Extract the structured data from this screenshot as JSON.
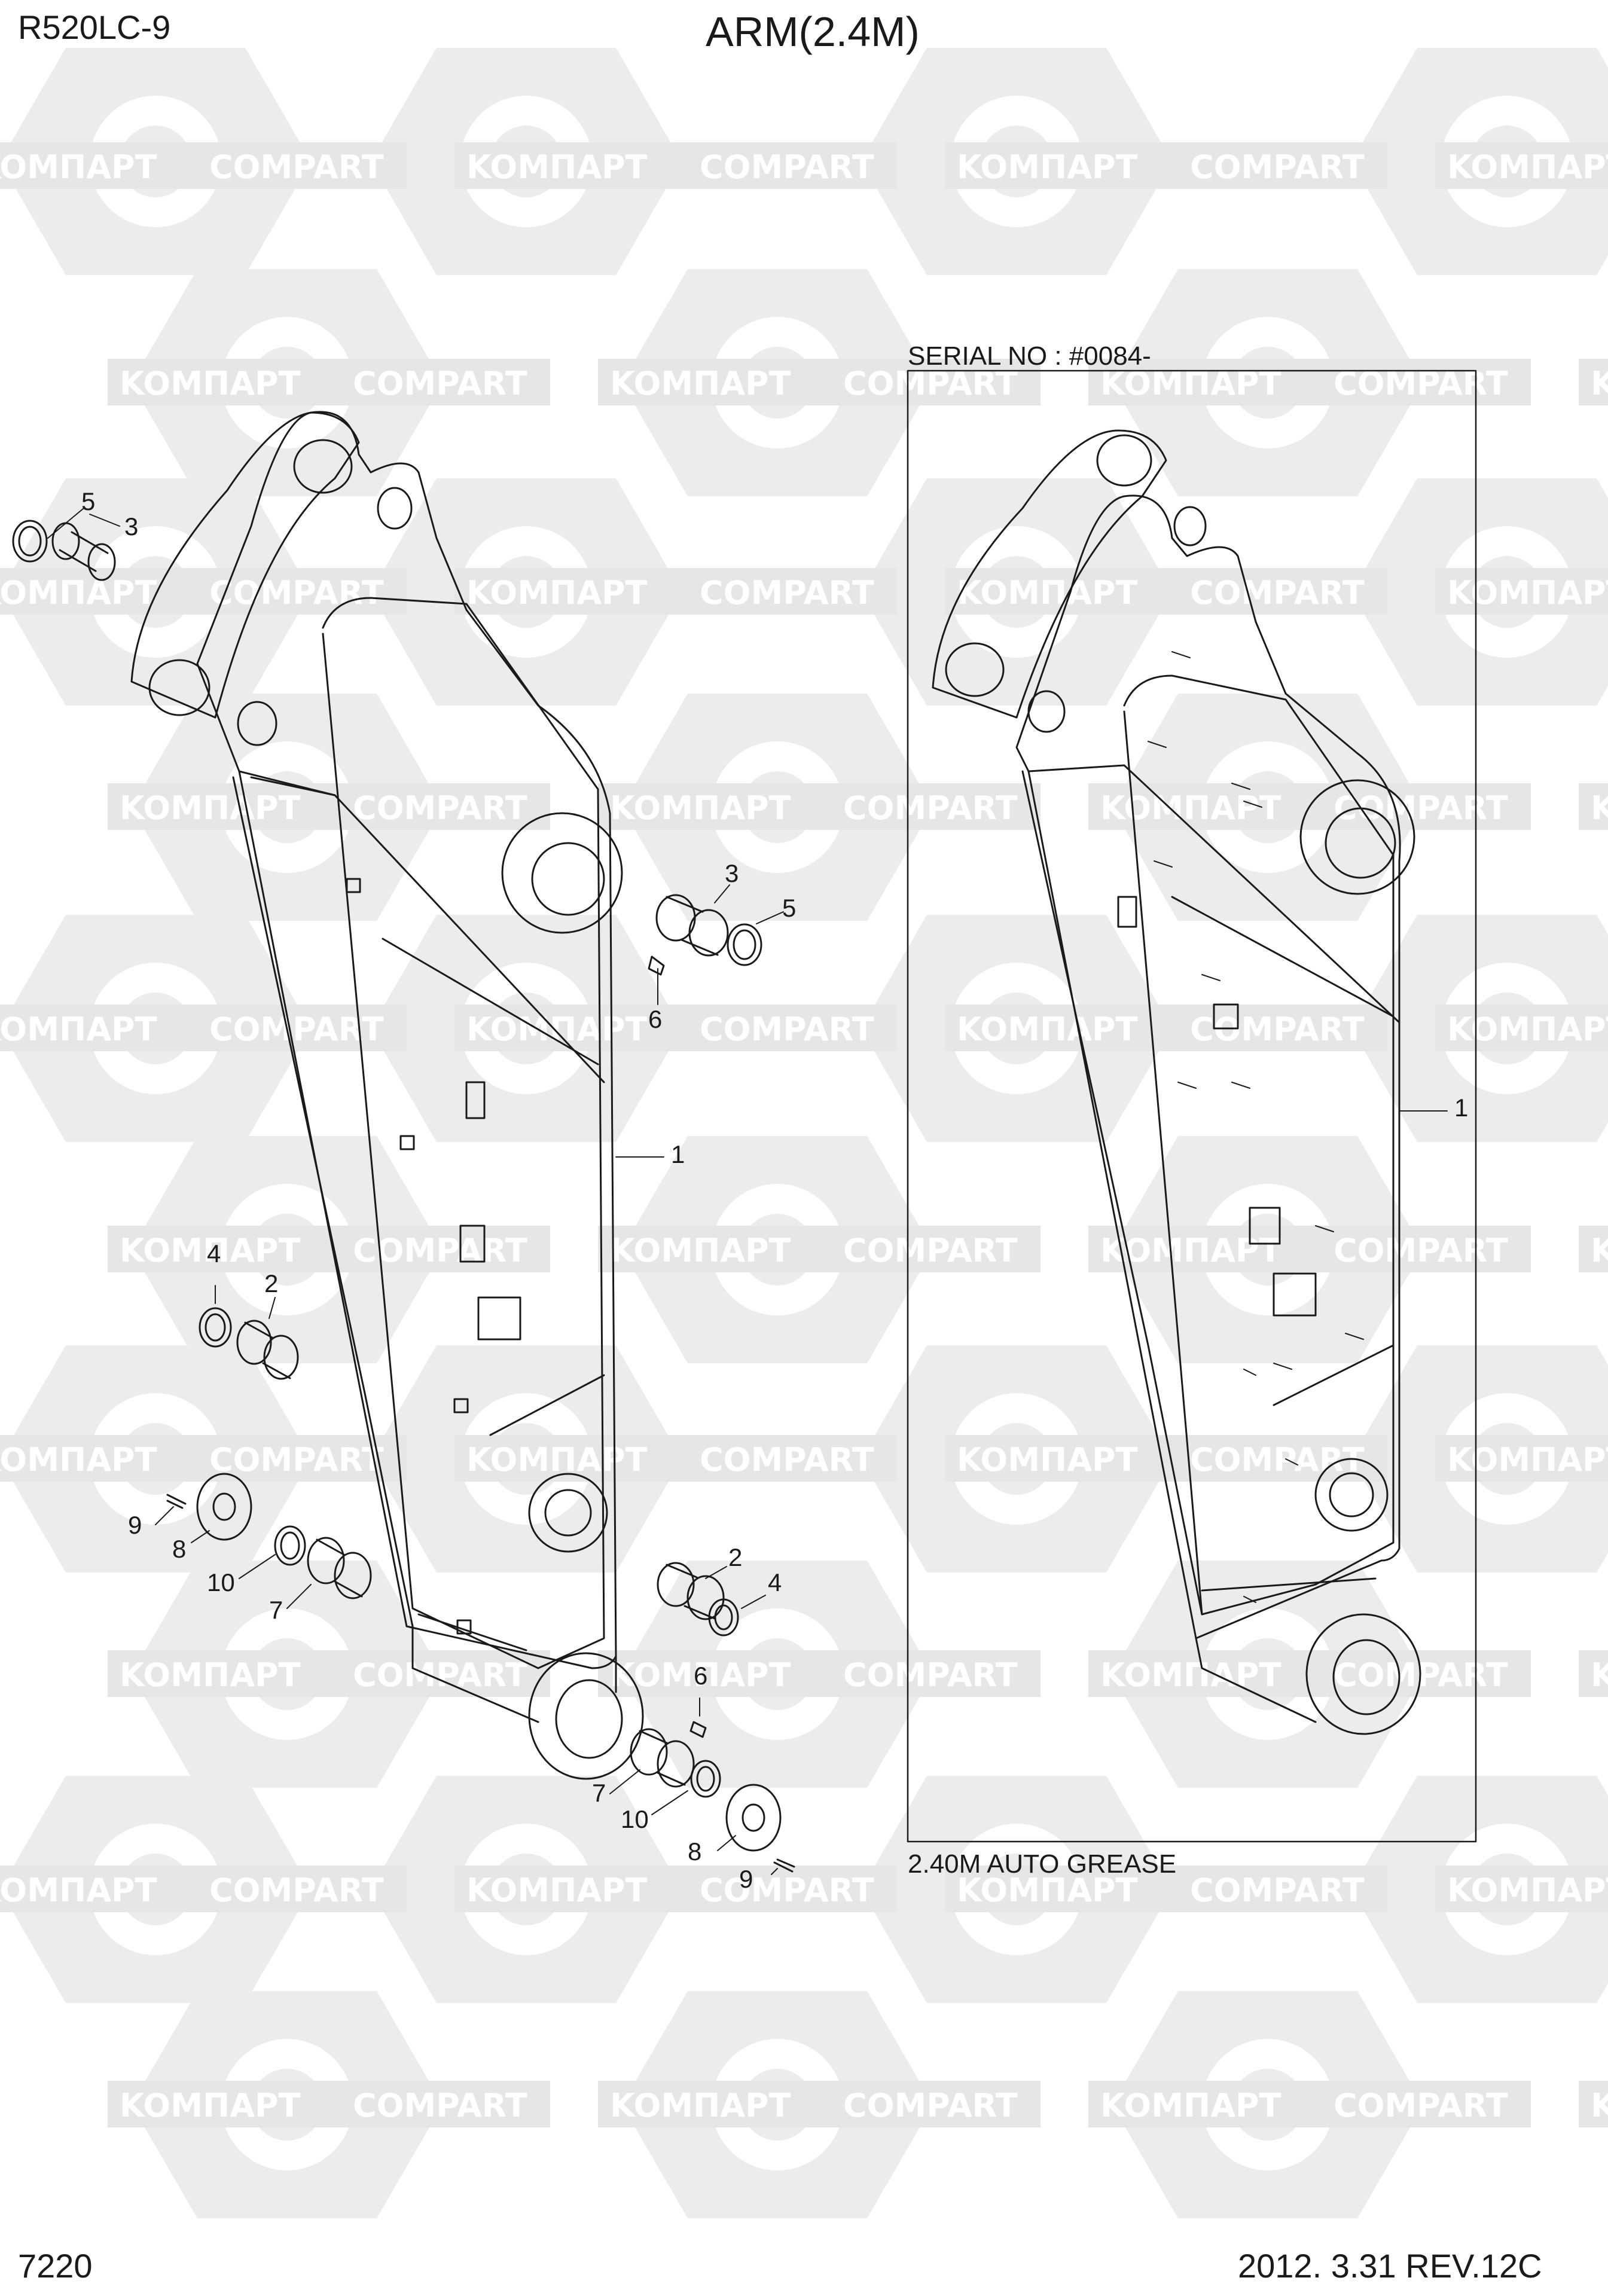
{
  "header": {
    "model": "R520LC-9",
    "title": "ARM(2.4M)"
  },
  "footer": {
    "page_number": "7220",
    "date_revision": "2012. 3.31  REV.12C"
  },
  "variant_box": {
    "serial": "SERIAL NO : #0084-",
    "caption": "2.40M AUTO GREASE"
  },
  "watermark": {
    "text_a": "KOMПАРТ",
    "text_b": "COMPART",
    "color": "#e6e6e6"
  },
  "colors": {
    "line": "#1a1a1a",
    "background": "#ffffff"
  },
  "callouts_left": {
    "c5a": "5",
    "c3a": "3",
    "c3b": "3",
    "c5b": "5",
    "c6a": "6",
    "c1": "1",
    "c4a": "4",
    "c2a": "2",
    "c9a": "9",
    "c8a": "8",
    "c10a": "10",
    "c7a": "7",
    "c2b": "2",
    "c4b": "4",
    "c6b": "6",
    "c7b": "7",
    "c10b": "10",
    "c8b": "8",
    "c9b": "9"
  },
  "callouts_right": {
    "c1": "1"
  }
}
